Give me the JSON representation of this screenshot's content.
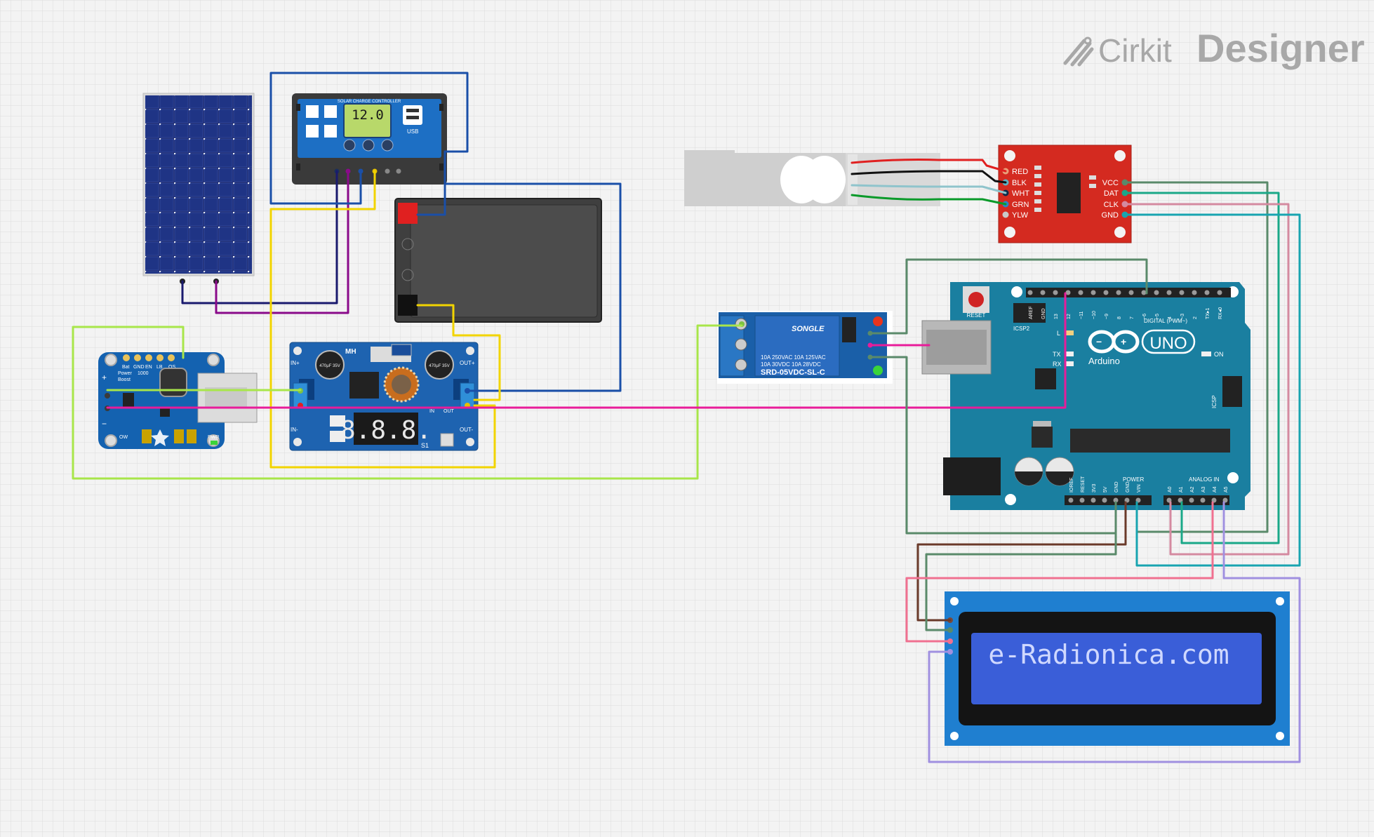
{
  "app": {
    "logo_light": "Cirkit",
    "logo_bold": "Designer"
  },
  "charge_controller": {
    "header": "SOLAR CHARGE CONTROLLER",
    "display": "12.0",
    "usb_label": "USB"
  },
  "step_down": {
    "brand": "MH",
    "in_plus": "IN+",
    "in_minus": "IN-",
    "out_plus": "OUT+",
    "out_minus": "OUT-",
    "display": "8.8.8.",
    "cap_left": "470μF 35V",
    "cap_right": "470μF 35V",
    "switch_label": "S1",
    "in_label": "IN",
    "out_label": "OUT"
  },
  "power_boost": {
    "pins": [
      "Bat",
      "GND",
      "EN",
      "LB",
      "OS"
    ],
    "title_1": "Power",
    "title_2": "Boost",
    "model": "1000",
    "plus": "+",
    "minus": "−",
    "pwr": "PWR",
    "ow": "OW"
  },
  "relay": {
    "brand": "SONGLE",
    "spec_line_1": "10A 250VAC  10A 125VAC",
    "spec_line_2": "10A 30VDC   10A 28VDC",
    "model": "SRD-05VDC-SL-C"
  },
  "hx711": {
    "left_pins": [
      "RED",
      "BLK",
      "WHT",
      "GRN",
      "YLW"
    ],
    "right_pins": [
      "VCC",
      "DAT",
      "CLK",
      "GND"
    ]
  },
  "arduino": {
    "brand": "Arduino",
    "model": "UNO",
    "reset": "RESET",
    "icsp2": "ICSP2",
    "icsp": "ICSP",
    "led_l": "L",
    "led_tx": "TX",
    "led_rx": "RX",
    "led_on": "ON",
    "digital_label": "DIGITAL (PWM~)",
    "digital_pins": [
      "AREF",
      "GND",
      "13",
      "12",
      "~11",
      "~10",
      "~9",
      "8",
      "7",
      "~6",
      "~5",
      "4",
      "~3",
      "2",
      "TX▸1",
      "RX◂0"
    ],
    "power_label": "POWER",
    "power_pins": [
      "IOREF",
      "RESET",
      "3V3",
      "5V",
      "GND",
      "GND",
      "VIN"
    ],
    "analog_label": "ANALOG IN",
    "analog_pins": [
      "A0",
      "A1",
      "A2",
      "A3",
      "A4",
      "A5"
    ]
  },
  "lcd": {
    "text": "e-Radionica.com"
  }
}
